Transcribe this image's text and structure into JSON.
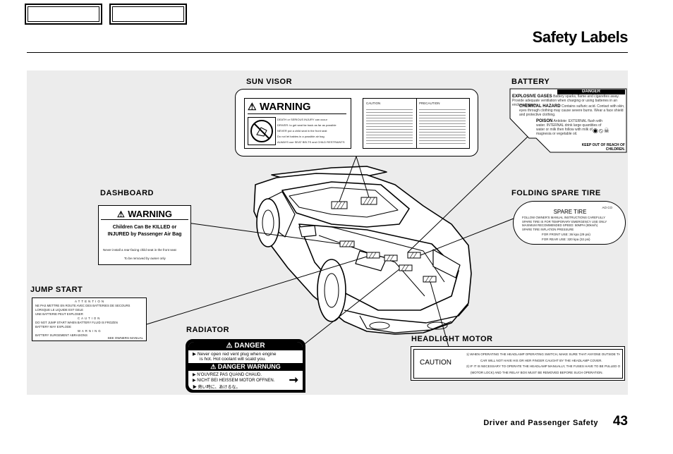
{
  "page": {
    "title": "Safety Labels",
    "footer_section": "Driver and Passenger Safety",
    "page_number": "43"
  },
  "captions": {
    "sun_visor": "SUN VISOR",
    "battery": "BATTERY",
    "dashboard": "DASHBOARD",
    "folding_spare_tire": "FOLDING SPARE TIRE",
    "jump_start": "JUMP START",
    "radiator": "RADIATOR",
    "headlight_motor": "HEADLIGHT MOTOR"
  },
  "sun_visor_label": {
    "heading": "WARNING",
    "lines": [
      "DEATH or SERIOUS INJURY can occur",
      "DRIVER: to get seat far back as far as possible",
      "NEVER put a child seat in the front seat",
      "Do not let babies in a possible air bag",
      "ALWAYS use SEAT BELTS and CHILD RESTRAINTS"
    ],
    "caution_head": "CAUTION",
    "precaution_head": "PRECAUTION"
  },
  "battery_label": {
    "danger": "DANGER",
    "explosive": "EXPLOSIVE GASES",
    "explosive_text": "Battery sparks, flame and cigarettes away. Provide adequate ventilation when charging or using batteries in an enclosed space.",
    "chemical": "CHEMICAL HAZARD",
    "chemical_text": "Contains sulfuric acid. Contact with skin, eyes through clothing may cause severe burns. Wear a face shield and protective clothing.",
    "poison": "POISON",
    "poison_text": "Antidote: EXTERNAL flush with water. INTERNAL drink large quantities of water or milk then follow with milk of magnesia or vegetable oil.",
    "keep_out": "KEEP OUT OF REACH OF CHILDREN."
  },
  "dashboard_label": {
    "heading": "WARNING",
    "line1": "Children Can Be KILLED or",
    "line2": "INJURED by Passenger Air Bag",
    "small1": "Never install a rear-facing child seat in the front seat",
    "small2": "To be removed by owner only"
  },
  "spare_tire_label": {
    "code": "AO CO",
    "heading": "SPARE TIRE",
    "items": [
      "FOLLOW OWNER'S MANUAL INSTRUCTIONS CAREFULLY",
      "SPARE TIRE IS FOR TEMPORARY EMERGENCY USE ONLY",
      "MAXIMUM RECOMMENDED SPEED: 50MPH (80km/h)",
      "SPARE TIRE INFLATION PRESSURE"
    ],
    "front": "FOR FRONT USE: 36 kpa (29 psi)",
    "rear": "FOR REAR USE: 320 kpa (32 psi)"
  },
  "jump_start_label": {
    "attention": "ATTENTION",
    "caution": "CAUTION",
    "warning": "WARNING",
    "lines": [
      "NE PAS METTRE EN ROUTE AVEC DES BATTERIES DE SECOURS",
      "LORSQUE LE LIQUIDE EST GELE",
      "UNE BATTERIE PEUT EXPLOSER",
      "DO NOT JUMP START WHEN BATTERY FLUID IS FROZEN",
      "BATTERY MAY EXPLODE",
      "BATTERY SURGEMENT ABRASIONS",
      "SEE OWNERS MANUAL"
    ]
  },
  "radiator_label": {
    "danger": "DANGER",
    "line1": "Never open red vent plug when engine",
    "line2": "is hot. Hot coolant will scald you.",
    "danger_de": "DANGER WARNUNG",
    "fr": "N'OUVREZ PAS QUAND CHAUD.",
    "de": "NICHT BEI HEISSEM MOTOR OFFNEN.",
    "jp": "熱い時に、あけるな。"
  },
  "headlight_label": {
    "caution": "CAUTION",
    "lines": [
      "1) WHEN OPERATING THE HEADLAMP OPERATING SWITCH, MAKE SURE THAT ANYONE OUTSIDE THE",
      "CAR WILL NOT HAVE HIS OR HER FINGER CAUGHT BY THE HEADLAMP COVER.",
      "2) IF IT IS NECESSARY TO OPERATE THE HEADLAMP MANUALLY, THE FUSES HAVE TO BE PULLED OUT",
      "(MOTOR LOCK) AND THE RELAY BOX MUST BE REMOVED BEFORE SUCH OPERATION."
    ]
  },
  "colors": {
    "ink": "#000000",
    "paper": "#ffffff",
    "panel_gray": "#ececec"
  }
}
